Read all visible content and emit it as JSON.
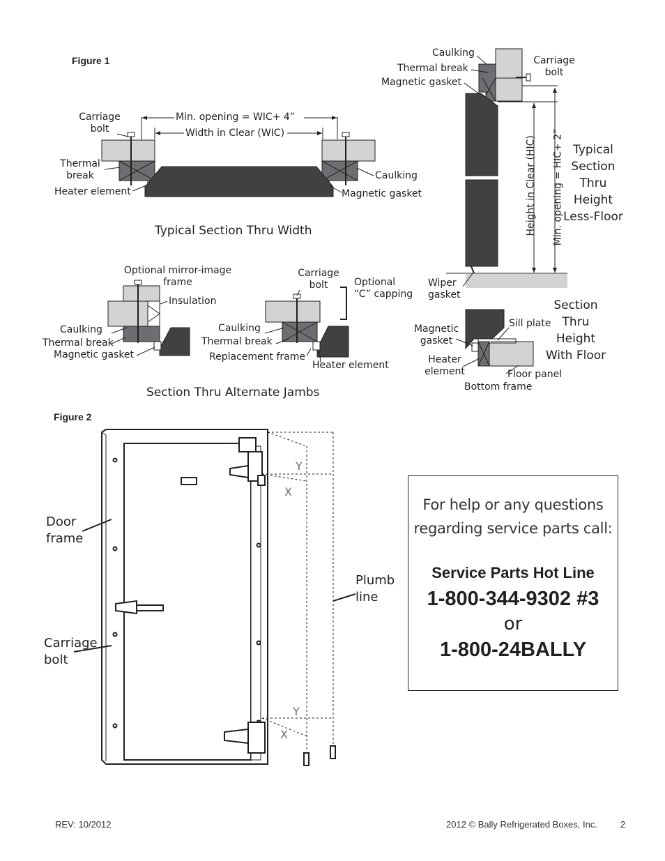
{
  "figure1": {
    "label": "Figure 1",
    "width_section": {
      "caption": "Typical Section Thru Width",
      "labels": {
        "carriage_bolt": "Carriage\nbolt",
        "min_opening": "Min. opening = WIC+ 4”",
        "width_in_clear": "Width in Clear (WIC)",
        "thermal_break": "Thermal\nbreak",
        "heater_element": "Heater element",
        "caulking": "Caulking",
        "magnetic_gasket": "Magnetic gasket"
      }
    },
    "height_section": {
      "caption": "Typical\nSection\nThru\nHeight\nLess-Floor",
      "labels": {
        "caulking": "Caulking",
        "thermal_break": "Thermal break",
        "magnetic_gasket": "Magnetic gasket",
        "carriage_bolt": "Carriage\nbolt",
        "height_in_clear": "Height in Clear (HIC)",
        "min_opening": "Min. opening = HIC+ 2”",
        "wiper_gasket": "Wiper\ngasket"
      }
    },
    "floor_section": {
      "caption": "Section\nThru\nHeight\nWith Floor",
      "labels": {
        "magnetic_gasket": "Magnetic\ngasket",
        "sill_plate": "Sill plate",
        "heater_element": "Heater\nelement",
        "floor_panel": "Floor panel",
        "bottom_frame": "Bottom frame"
      }
    },
    "alternate_jambs": {
      "caption": "Section Thru Alternate Jambs",
      "labels": {
        "optional_mirror": "Optional mirror-image\nframe",
        "insulation": "Insulation",
        "caulking_left": "Caulking",
        "thermal_break_left": "Thermal break",
        "magnetic_gasket_left": "Magnetic gasket",
        "carriage_bolt": "Carriage\nbolt",
        "optional_c_capping": "Optional\n“C” capping",
        "caulking_right": "Caulking",
        "thermal_break_right": "Thermal break",
        "replacement_frame": "Replacement frame",
        "heater_element": "Heater element"
      }
    }
  },
  "figure2": {
    "label": "Figure 2",
    "labels": {
      "door_frame": "Door\nframe",
      "carriage_bolt": "Carriage\nbolt",
      "plumb_line": "Plumb\nline",
      "y_top": "Y",
      "x_top": "X",
      "y_bottom": "Y",
      "x_bottom": "X"
    }
  },
  "help": {
    "text": "For help or any questions regarding service parts call:",
    "hotline_title": "Service Parts Hot Line",
    "phone_primary": "1-800-344-9302 #3",
    "or": "or",
    "phone_alt": "1-800-24BALLY"
  },
  "footer": {
    "revision": "REV: 10/2012",
    "copyright": "2012 ©  Bally Refrigerated Boxes, Inc.",
    "page_number": "2"
  },
  "colors": {
    "dark_fill": "#414042",
    "mid_fill": "#6d6e71",
    "light_fill": "#d1d3d4",
    "text": "#231f20"
  }
}
